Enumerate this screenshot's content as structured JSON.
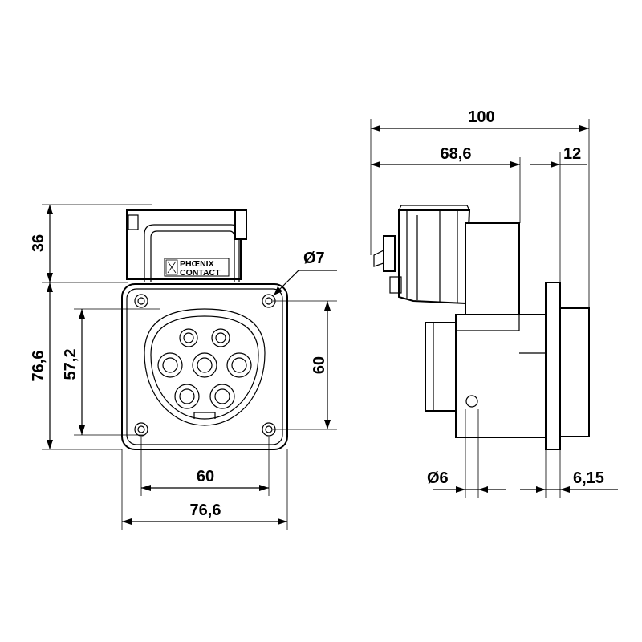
{
  "colors": {
    "line": "#000000",
    "background": "#ffffff"
  },
  "brand": {
    "line1": "PHŒNIX",
    "line2": "CONTACT"
  },
  "front_view": {
    "height_top": "36",
    "height_total": "76,6",
    "inner_height": "57,2",
    "hole_pitch_vertical": "60",
    "hole_diameter": "Ø7",
    "hole_pitch_horizontal": "60",
    "width_total": "76,6"
  },
  "side_view": {
    "overall_length": "100",
    "body_length": "68,6",
    "flange_offset": "12",
    "pin_diameter": "Ø6",
    "flange_thickness": "6,15"
  }
}
